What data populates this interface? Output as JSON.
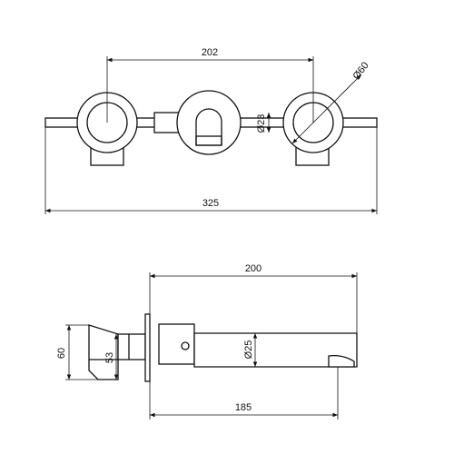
{
  "front_view": {
    "dim_centers": "202",
    "dim_plate_diameter": "Ø60",
    "dim_spout_diameter": "Ø23",
    "dim_overall_width": "325"
  },
  "side_view": {
    "dim_spout_length": "200",
    "dim_projection": "185",
    "dim_spout_diameter": "Ø25",
    "dim_body_height": "60",
    "dim_inner_height": "53"
  }
}
